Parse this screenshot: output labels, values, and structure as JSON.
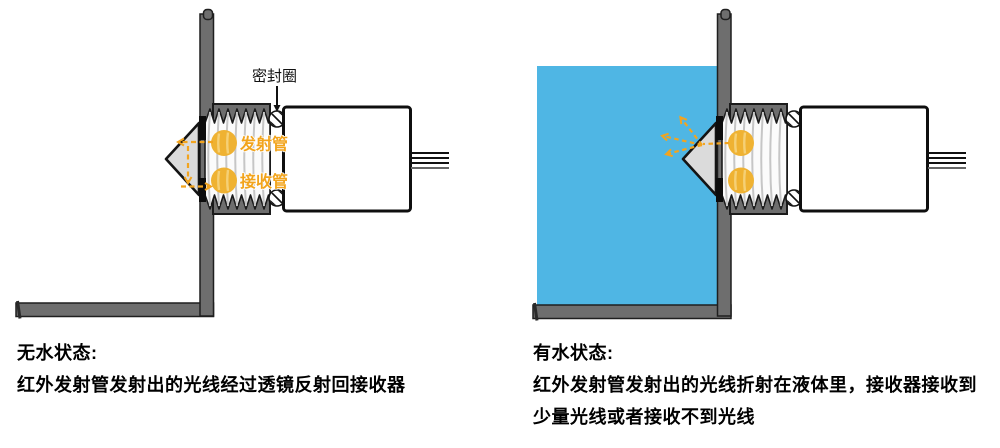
{
  "colors": {
    "water": "#4FB6E4",
    "wall": "#6E6E6E",
    "led": "#EFB232",
    "ray": "#F2A41F",
    "label": "#F2A41C"
  },
  "left_diagram": {
    "seal_label": "密封圈",
    "emitter_label": "发射管",
    "receiver_label": "接收管",
    "caption_title": "无水状态:",
    "caption_line1": "红外发射管发射出的光线经过透镜反射回接收器"
  },
  "right_diagram": {
    "caption_title": "有水状态:",
    "caption_line1": "红外发射管发射出的光线折射在液体里，接收器接收到",
    "caption_line2": "少量光线或者接收不到光线"
  }
}
